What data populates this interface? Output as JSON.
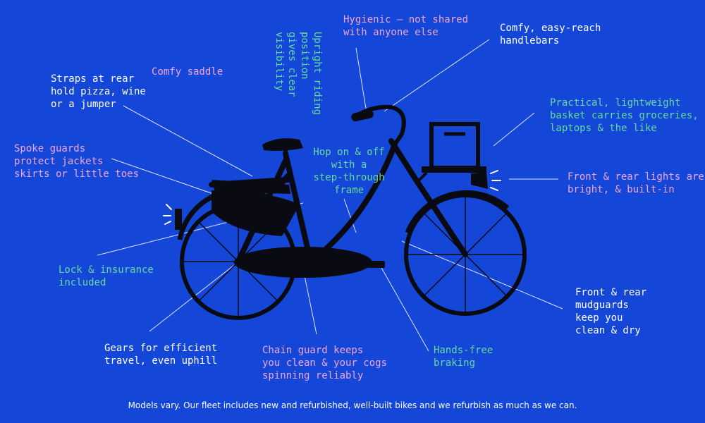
{
  "colors": {
    "background": "#1446d8",
    "bike": "#0a0a12",
    "white_text": "#ffffff",
    "pink_text": "#f2a6dd",
    "green_text": "#64dba0"
  },
  "labels": {
    "upright": "Upright riding position\ngives clear visibility",
    "hygienic": "Hygienic – not shared\nwith anyone else",
    "handlebars": "Comfy, easy-reach\nhandlebars",
    "saddle": "Comfy saddle",
    "straps": "Straps at rear\nhold pizza, wine\nor a jumper",
    "basket": "Practical, lightweight\nbasket carries groceries,\nlaptops & the like",
    "spoke_guards": "Spoke guards\nprotect jackets\nskirts or little toes",
    "frame": "Hop on & off\nwith a\nstep-through\nframe",
    "lights": "Front & rear lights are\nbright, & built-in",
    "lock": "Lock & insurance\nincluded",
    "mudguards": "Front & rear\nmudguards\nkeep you\nclean & dry",
    "gears": "Gears for efficient\ntravel, even uphill",
    "chain_guard": "Chain guard keeps\nyou clean & your cogs\nspinning reliably",
    "brakes": "Hands-free\nbraking"
  },
  "footer": "Models vary. Our fleet includes new and refurbished, well-built bikes and we refurbish as much as we can."
}
